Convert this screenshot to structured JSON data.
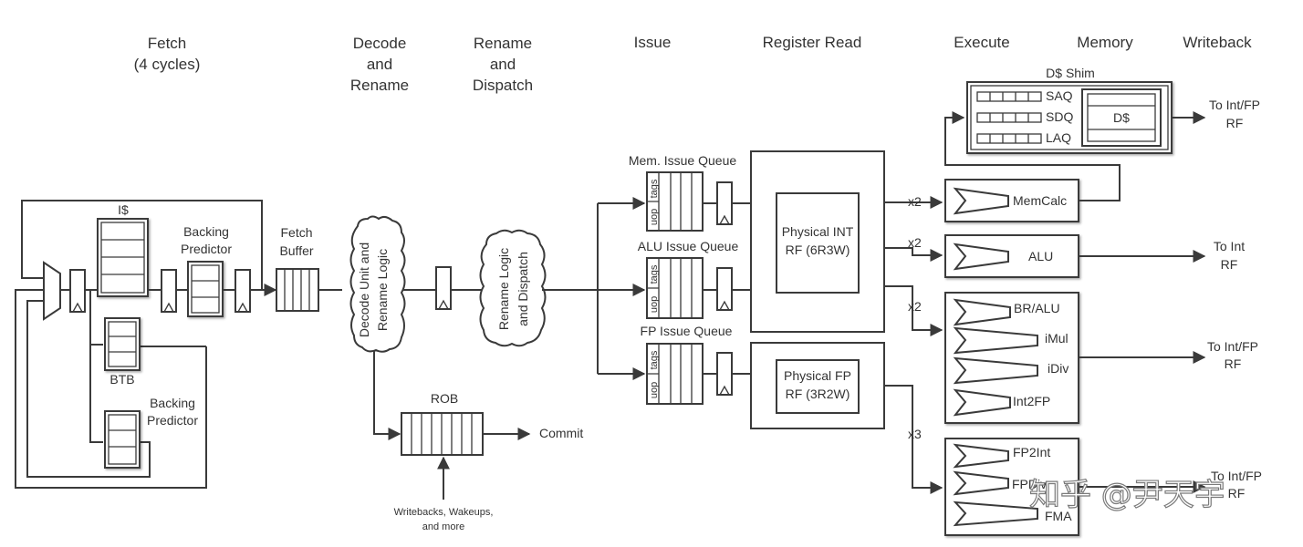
{
  "stages": {
    "fetch": [
      "Fetch",
      "(4 cycles)"
    ],
    "decode": [
      "Decode",
      "and",
      "Rename"
    ],
    "rename": [
      "Rename",
      "and",
      "Dispatch"
    ],
    "issue": "Issue",
    "register_read": "Register Read",
    "execute": "Execute",
    "memory": "Memory",
    "writeback": "Writeback"
  },
  "fetch": {
    "icache": "I$",
    "backing_predictor_top": [
      "Backing",
      "Predictor"
    ],
    "btb": "BTB",
    "backing_predictor_bottom": [
      "Backing",
      "Predictor"
    ],
    "fetch_buffer": [
      "Fetch",
      "Buffer"
    ]
  },
  "decode_cloud": [
    "Decode Unit and",
    "Rename Logic"
  ],
  "rename_cloud": [
    "Rename Logic",
    "and Dispatch"
  ],
  "rob": {
    "label": "ROB",
    "commit": "Commit",
    "inputs": [
      "Writebacks, Wakeups,",
      "and more"
    ]
  },
  "issue_queues": [
    {
      "name": "Mem. Issue Queue",
      "tags": "tags",
      "uop": "uop"
    },
    {
      "name": "ALU Issue Queue",
      "tags": "tags",
      "uop": "uop"
    },
    {
      "name": "FP Issue Queue",
      "tags": "tags",
      "uop": "uop"
    }
  ],
  "register_files": {
    "int": [
      "Physical INT",
      "RF (6R3W)"
    ],
    "fp": [
      "Physical FP",
      "RF (3R2W)"
    ]
  },
  "multiplicity": {
    "memcalc": "x2",
    "alu": "x2",
    "int_cluster": "x2",
    "fp_cluster": "x3"
  },
  "execute": {
    "memcalc": "MemCalc",
    "alu": "ALU",
    "int_units": [
      "BR/ALU",
      "iMul",
      "iDiv",
      "Int2FP"
    ],
    "fp_units": [
      "FP2Int",
      "FPDiv",
      "FMA"
    ]
  },
  "dshim": {
    "title": "D$ Shim",
    "queues": [
      "SAQ",
      "SDQ",
      "LAQ"
    ],
    "dcache": "D$"
  },
  "writeback": {
    "dshim_out": [
      "To Int/FP",
      "RF"
    ],
    "alu_out": [
      "To Int",
      "RF"
    ],
    "int_out": [
      "To Int/FP",
      "RF"
    ],
    "fp_out": [
      "To Int/FP",
      "RF"
    ]
  },
  "watermark": "知乎 @尹天宇"
}
